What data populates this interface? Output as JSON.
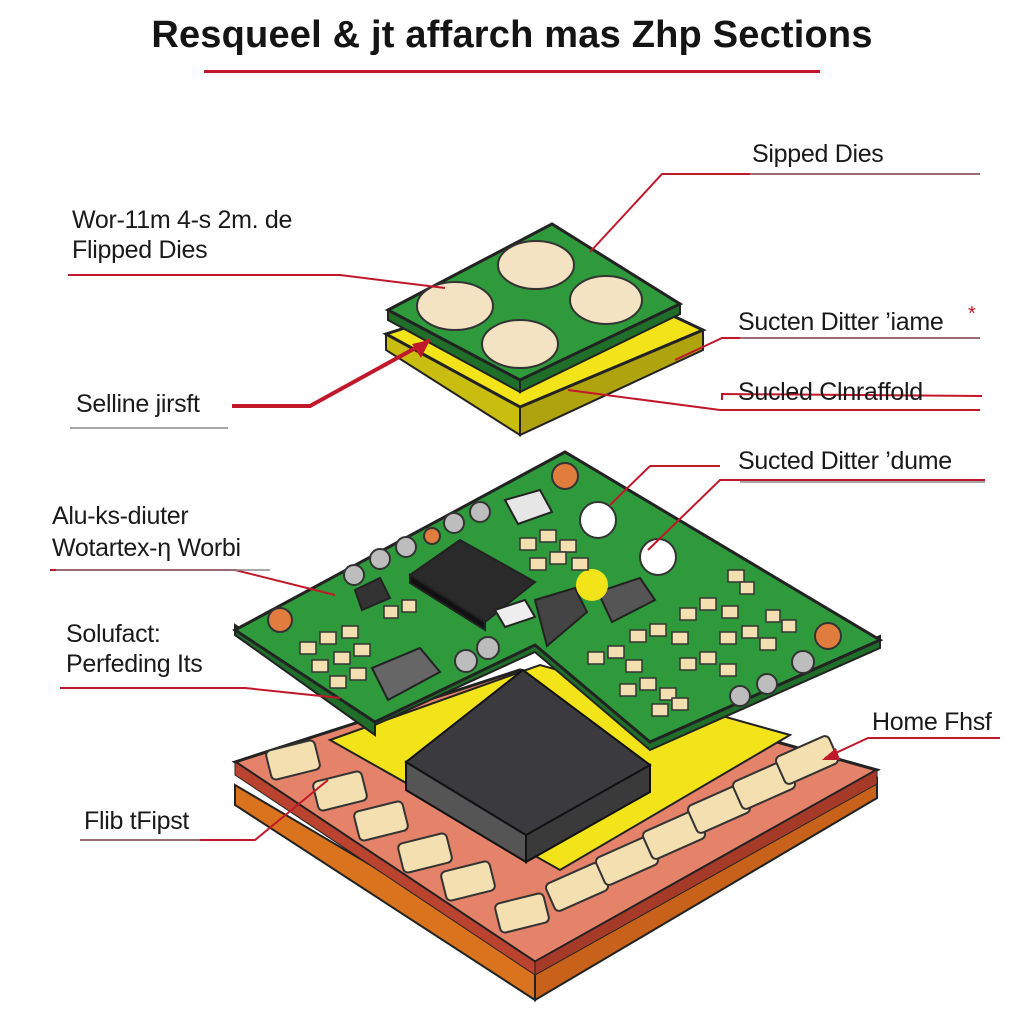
{
  "title": "Resqueel & jt affarch mas Zhp Sections",
  "colors": {
    "accent_red": "#c0182a",
    "pcb_green": "#2e9a3c",
    "yellow": "#f2e418",
    "substrate": "#e4826a",
    "chip_dark": "#2c2c2c"
  },
  "labels": {
    "sipped_dies": "Sipped Dies",
    "wor_line1": "Wor-11m 4-s 2m. de",
    "wor_line2": "Flipped Dies",
    "sucten_ditter": "Sucten Ditter ’iame",
    "asterisk": "*",
    "selline": "Selline jirsft",
    "sucled": "Sucled Clnraffold",
    "sucted_ditter": "Sucted Ditter ’dume",
    "alu_line1": "Alu-ks-diuter",
    "alu_line2": "Wotartex-η Worbi",
    "solufact_line1": "Solufact:",
    "solufact_line2": "Perfeding Its",
    "home_fhsf": "Home Fhsf",
    "flib": "Flib tFipst"
  }
}
